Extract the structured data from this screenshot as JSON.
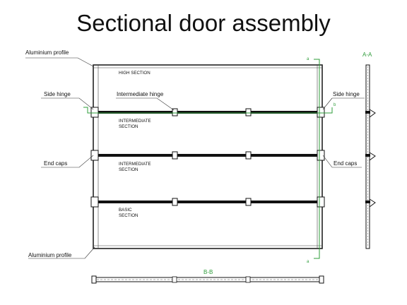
{
  "title": "Sectional door assembly",
  "labels": {
    "aluminium_top": "Aluminium profile",
    "aluminium_bottom": "Aluminium profile",
    "side_hinge_left": "Side hinge",
    "side_hinge_right": "Side hinge",
    "intermediate_hinge": "Intermediate hinge",
    "end_caps_left": "End caps",
    "end_caps_right": "End caps"
  },
  "sections": {
    "high": "HIGH SECTION",
    "intermediate1_a": "INTERMEDIATE",
    "intermediate1_b": "SECTION",
    "intermediate2_a": "INTERMEDIATE",
    "intermediate2_b": "SECTION",
    "basic_a": "BASIC",
    "basic_b": "SECTION"
  },
  "views": {
    "aa": "A-A",
    "bb": "B-B",
    "a_top": "a",
    "a_bottom": "a",
    "b_mark": "b"
  },
  "colors": {
    "line": "#111111",
    "green": "#2e9c3a"
  }
}
